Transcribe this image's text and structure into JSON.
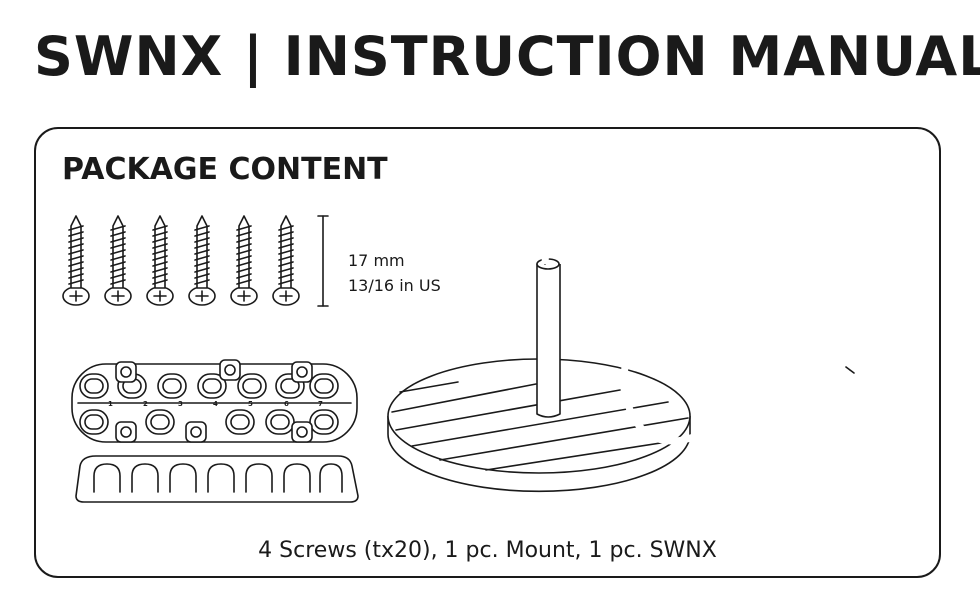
{
  "header": {
    "title": "SWNX | INSTRUCTION MANUAL"
  },
  "package": {
    "heading": "PACKAGE CONTENT",
    "screw_length_mm": "17 mm",
    "screw_length_in": "13/16 in US",
    "mount_slot_numbers": [
      "1",
      "2",
      "3",
      "4",
      "5",
      "6",
      "7"
    ],
    "caption": "4 Screws (tx20), 1 pc. Mount, 1 pc. SWNX"
  },
  "illustrations": {
    "screws": "screw-icon",
    "mount": "cable-mount-icon",
    "product": "swnx-stand-icon"
  }
}
